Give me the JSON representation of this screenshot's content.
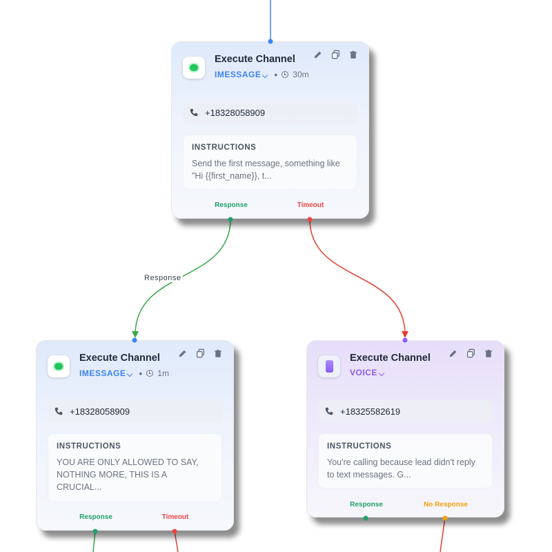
{
  "nodes": [
    {
      "title": "Execute Channel",
      "channel": "IMESSAGE",
      "delay": "30m",
      "phone": "+18328058909",
      "instructions_header": "INSTRUCTIONS",
      "instructions_text": "Send the first message, something like \"Hi {{first_name}}, t...",
      "outputs": [
        "Response",
        "Timeout"
      ],
      "icon": "imessage-icon"
    },
    {
      "title": "Execute Channel",
      "channel": "IMESSAGE",
      "delay": "1m",
      "phone": "+18328058909",
      "instructions_header": "INSTRUCTIONS",
      "instructions_text": "YOU ARE ONLY ALLOWED TO SAY, NOTHING MORE, THIS IS A CRUCIAL...",
      "outputs": [
        "Response",
        "Timeout"
      ],
      "icon": "imessage-icon"
    },
    {
      "title": "Execute Channel",
      "channel": "VOICE",
      "phone": "+18325582619",
      "instructions_header": "INSTRUCTIONS",
      "instructions_text": "You're calling because lead didn't reply to text messages. G...",
      "outputs": [
        "Response",
        "No Response"
      ],
      "icon": "phone-device-icon"
    }
  ],
  "edge_labels": [
    "Response"
  ],
  "colors": {
    "response": "#22a06b",
    "timeout": "#ef4444",
    "no_response": "#f59e0b",
    "incoming": "#3b82f6",
    "imessage_accent": "#3b82f6",
    "voice_accent": "#8b5cf6"
  },
  "icons": [
    "edit-icon",
    "copy-icon",
    "trash-icon",
    "phone-icon",
    "clock-icon",
    "chevron-down-icon"
  ]
}
